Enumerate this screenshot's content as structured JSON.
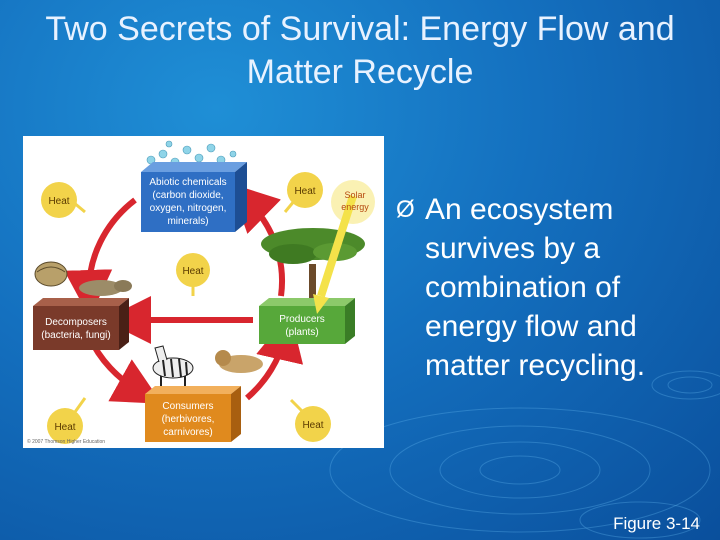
{
  "slide": {
    "title": "Two Secrets of Survival: Energy Flow and Matter Recycle",
    "bullet_marker": "Ø",
    "bullet_text": "An ecosystem survives by a combination of energy flow and matter recycling.",
    "figure_caption": "Figure 3-14"
  },
  "diagram": {
    "abiotic": [
      "Abiotic chemicals",
      "(carbon dioxide,",
      "oxygen, nitrogen,",
      "minerals)"
    ],
    "producers": [
      "Producers",
      "(plants)"
    ],
    "consumers": [
      "Consumers",
      "(herbivores,",
      "carnivores)"
    ],
    "decomposers": [
      "Decomposers",
      "(bacteria, fungi)"
    ],
    "solar_energy": [
      "Solar",
      "energy"
    ],
    "heat_label": "Heat",
    "copyright": "© 2007 Thomson Higher Education",
    "colors": {
      "abiotic": "#2f6fc4",
      "producers": "#57a83a",
      "consumers": "#e08a1e",
      "decomposers": "#7a3a2a",
      "cycle_arrow": "#d8262e",
      "heat": "#f2d34a",
      "solar": "#f4e24a"
    }
  }
}
